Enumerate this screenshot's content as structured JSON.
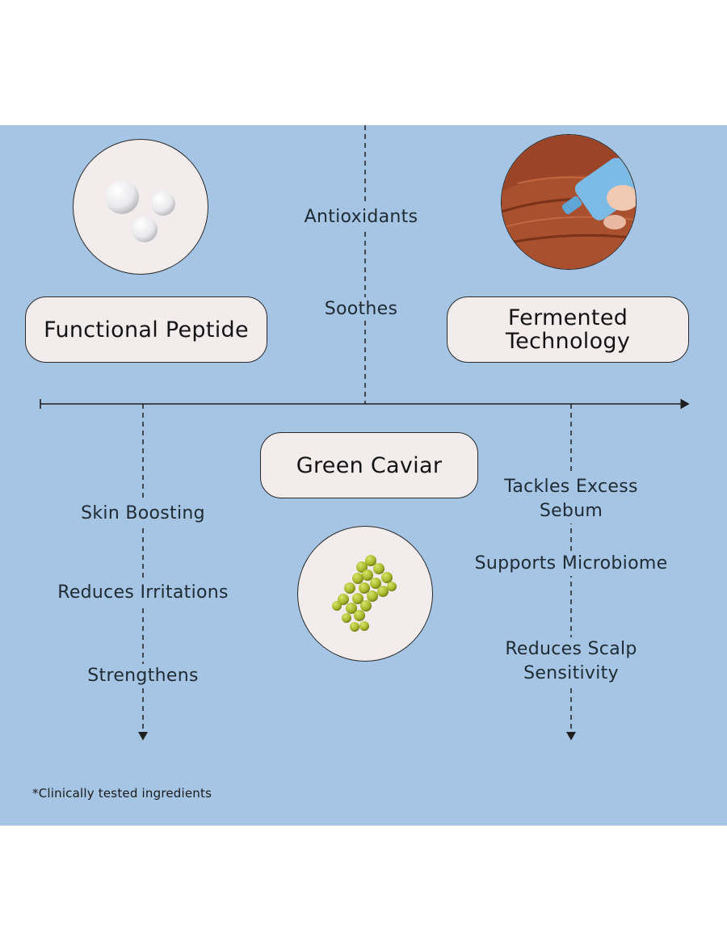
{
  "top_benefits": [
    "Antioxidants",
    "Soothes"
  ],
  "ingredients": {
    "functional_peptide": "Functional Peptide",
    "fermented_technology": "Fermented\nTechnology",
    "green_caviar": "Green Caviar"
  },
  "left_benefits": [
    "Skin Boosting",
    "Reduces Irritations",
    "Strengthens"
  ],
  "right_benefits": [
    "Tackles Excess\nSebum",
    "Supports Microbiome",
    "Reduces Scalp\nSensitivity"
  ],
  "footnote": "*Clinically tested ingredients",
  "colors": {
    "panel": "#a6c4e4",
    "pill": "#f3ecec",
    "line": "#2a2a2a",
    "caviar": "#a7b62a",
    "hair": "#9b4428",
    "tube": "#7cbbe6"
  }
}
